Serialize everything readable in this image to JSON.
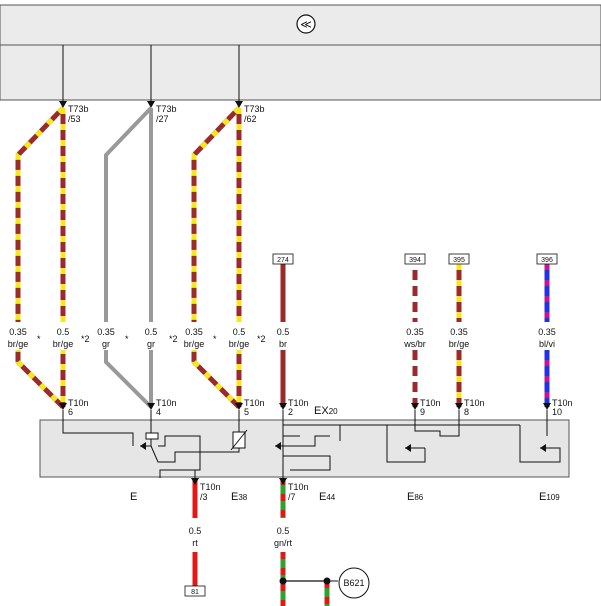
{
  "top_label": "",
  "header_symbol": "≪",
  "connectors_top": [
    {
      "name": "T73b",
      "pin": "/53"
    },
    {
      "name": "T73b",
      "pin": "/27"
    },
    {
      "name": "T73b",
      "pin": "/62"
    }
  ],
  "wires": [
    {
      "size": "0.35",
      "color": "br/ge"
    },
    {
      "size": "0.5",
      "color": "br/ge"
    },
    {
      "size": "0.35",
      "color": "gr"
    },
    {
      "size": "0.5",
      "color": "gr"
    },
    {
      "size": "0.35",
      "color": "br/ge"
    },
    {
      "size": "0.5",
      "color": "br/ge"
    },
    {
      "size": "0.5",
      "color": "br"
    },
    {
      "size": "0.35",
      "color": "ws/br"
    },
    {
      "size": "0.35",
      "color": "br/ge"
    },
    {
      "size": "0.35",
      "color": "bl/vi"
    },
    {
      "size": "0.5",
      "color": "rt"
    },
    {
      "size": "0.5",
      "color": "gn/rt"
    }
  ],
  "markers": [
    "*",
    "*2",
    "*",
    "*2",
    "*",
    "*2"
  ],
  "ref_boxes": [
    "274",
    "394",
    "395",
    "396",
    "81"
  ],
  "connectors_bottom": [
    {
      "name": "T10n",
      "pin": "6"
    },
    {
      "name": "T10n",
      "pin": "4"
    },
    {
      "name": "T10n",
      "pin": "5"
    },
    {
      "name": "T10n",
      "pin": "2"
    },
    {
      "name": "T10n",
      "pin": "9"
    },
    {
      "name": "T10n",
      "pin": "8"
    },
    {
      "name": "T10n",
      "pin": "10"
    },
    {
      "name": "T10n",
      "pin": "/3"
    },
    {
      "name": "T10n",
      "pin": "/7"
    }
  ],
  "module_label": "EX",
  "module_sub": "20",
  "components": [
    {
      "main": "E",
      "sub": ""
    },
    {
      "main": "E",
      "sub": "38"
    },
    {
      "main": "E",
      "sub": "44"
    },
    {
      "main": "E",
      "sub": "86"
    },
    {
      "main": "E",
      "sub": "109"
    }
  ],
  "ground_ref": "B621",
  "colors": {
    "brown": "#9b2a2a",
    "yellow": "#f2ea1c",
    "gray": "#999999",
    "blue": "#2233dd",
    "violet": "#c01892",
    "red": "#e01818",
    "green": "#2fa12f",
    "white": "#ffffff",
    "panel": "#ebebeb",
    "module": "#e6e6e6"
  }
}
